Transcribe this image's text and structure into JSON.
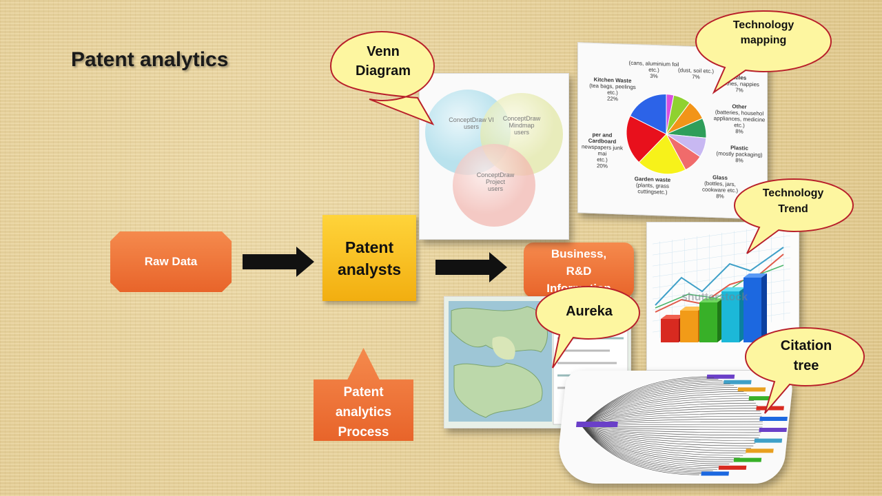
{
  "title": "Patent analytics",
  "flow": {
    "raw_data": "Raw Data",
    "analysts_line1": "Patent",
    "analysts_line2": "analysts",
    "business_line1": "Business,",
    "business_line2": "R&D",
    "business_line3": "Information",
    "process_line1": "Patent",
    "process_line2": "analytics",
    "process_line3": "Process"
  },
  "callouts": {
    "venn_line1": "Venn",
    "venn_line2": "Diagram",
    "techmap_line1": "Technology",
    "techmap_line2": "mapping",
    "techtrend_line1": "Technology",
    "techtrend_line2": "Trend",
    "aureka": "Aureka",
    "citation_line1": "Citation",
    "citation_line2": "tree"
  },
  "venn": {
    "c1_line1": "ConceptDraw VI",
    "c1_line2": "users",
    "c2_line1": "ConceptDraw",
    "c2_line2": "Mindmap",
    "c2_line3": "users",
    "c3_line1": "ConceptDraw",
    "c3_line2": "Project",
    "c3_line3": "users"
  },
  "pie": {
    "labels": [
      {
        "line1": "(cans, aluminium foil",
        "line2": "etc.)",
        "line3": "3%"
      },
      {
        "line1": "(dust, soil etc.)",
        "line2": "7%"
      },
      {
        "line1": "Kitchen Waste",
        "line2": "(tea bags, peelings",
        "line3": "etc.)",
        "line4": "22%"
      },
      {
        "line1": "Other",
        "line2": "(batteries, househol",
        "line3": "appliances, medicine",
        "line4": "etc.)",
        "line5": "8%"
      },
      {
        "line1": "per and Cardboard",
        "line2": "newspapers junk mai",
        "line3": "etc.)",
        "line4": "20%"
      },
      {
        "line1": "Plastic",
        "line2": "(mostly packaging)",
        "line3": "8%"
      },
      {
        "line1": "Garden waste",
        "line2": "(plants, grass",
        "line3": "cuttingsetc.)"
      },
      {
        "line1": "Glass",
        "line2": "(bottles, jars,",
        "line3": "cookware etc.)",
        "line4": "8%"
      },
      {
        "line1": "xtiles",
        "line2": "clothes, nappies",
        "line3": "7%"
      }
    ],
    "colors": [
      "#d94fe0",
      "#8fd130",
      "#f29418",
      "#2f9e5a",
      "#c8b8f2",
      "#f06b6b",
      "#f7f21a",
      "#e8101c",
      "#2c63e8"
    ]
  },
  "watermark": "shutterstock",
  "colors": {
    "callout_fill": "#fdf6a0",
    "callout_border": "#b8202a",
    "orange": "#ec6f33",
    "yellow": "#f7c020"
  }
}
